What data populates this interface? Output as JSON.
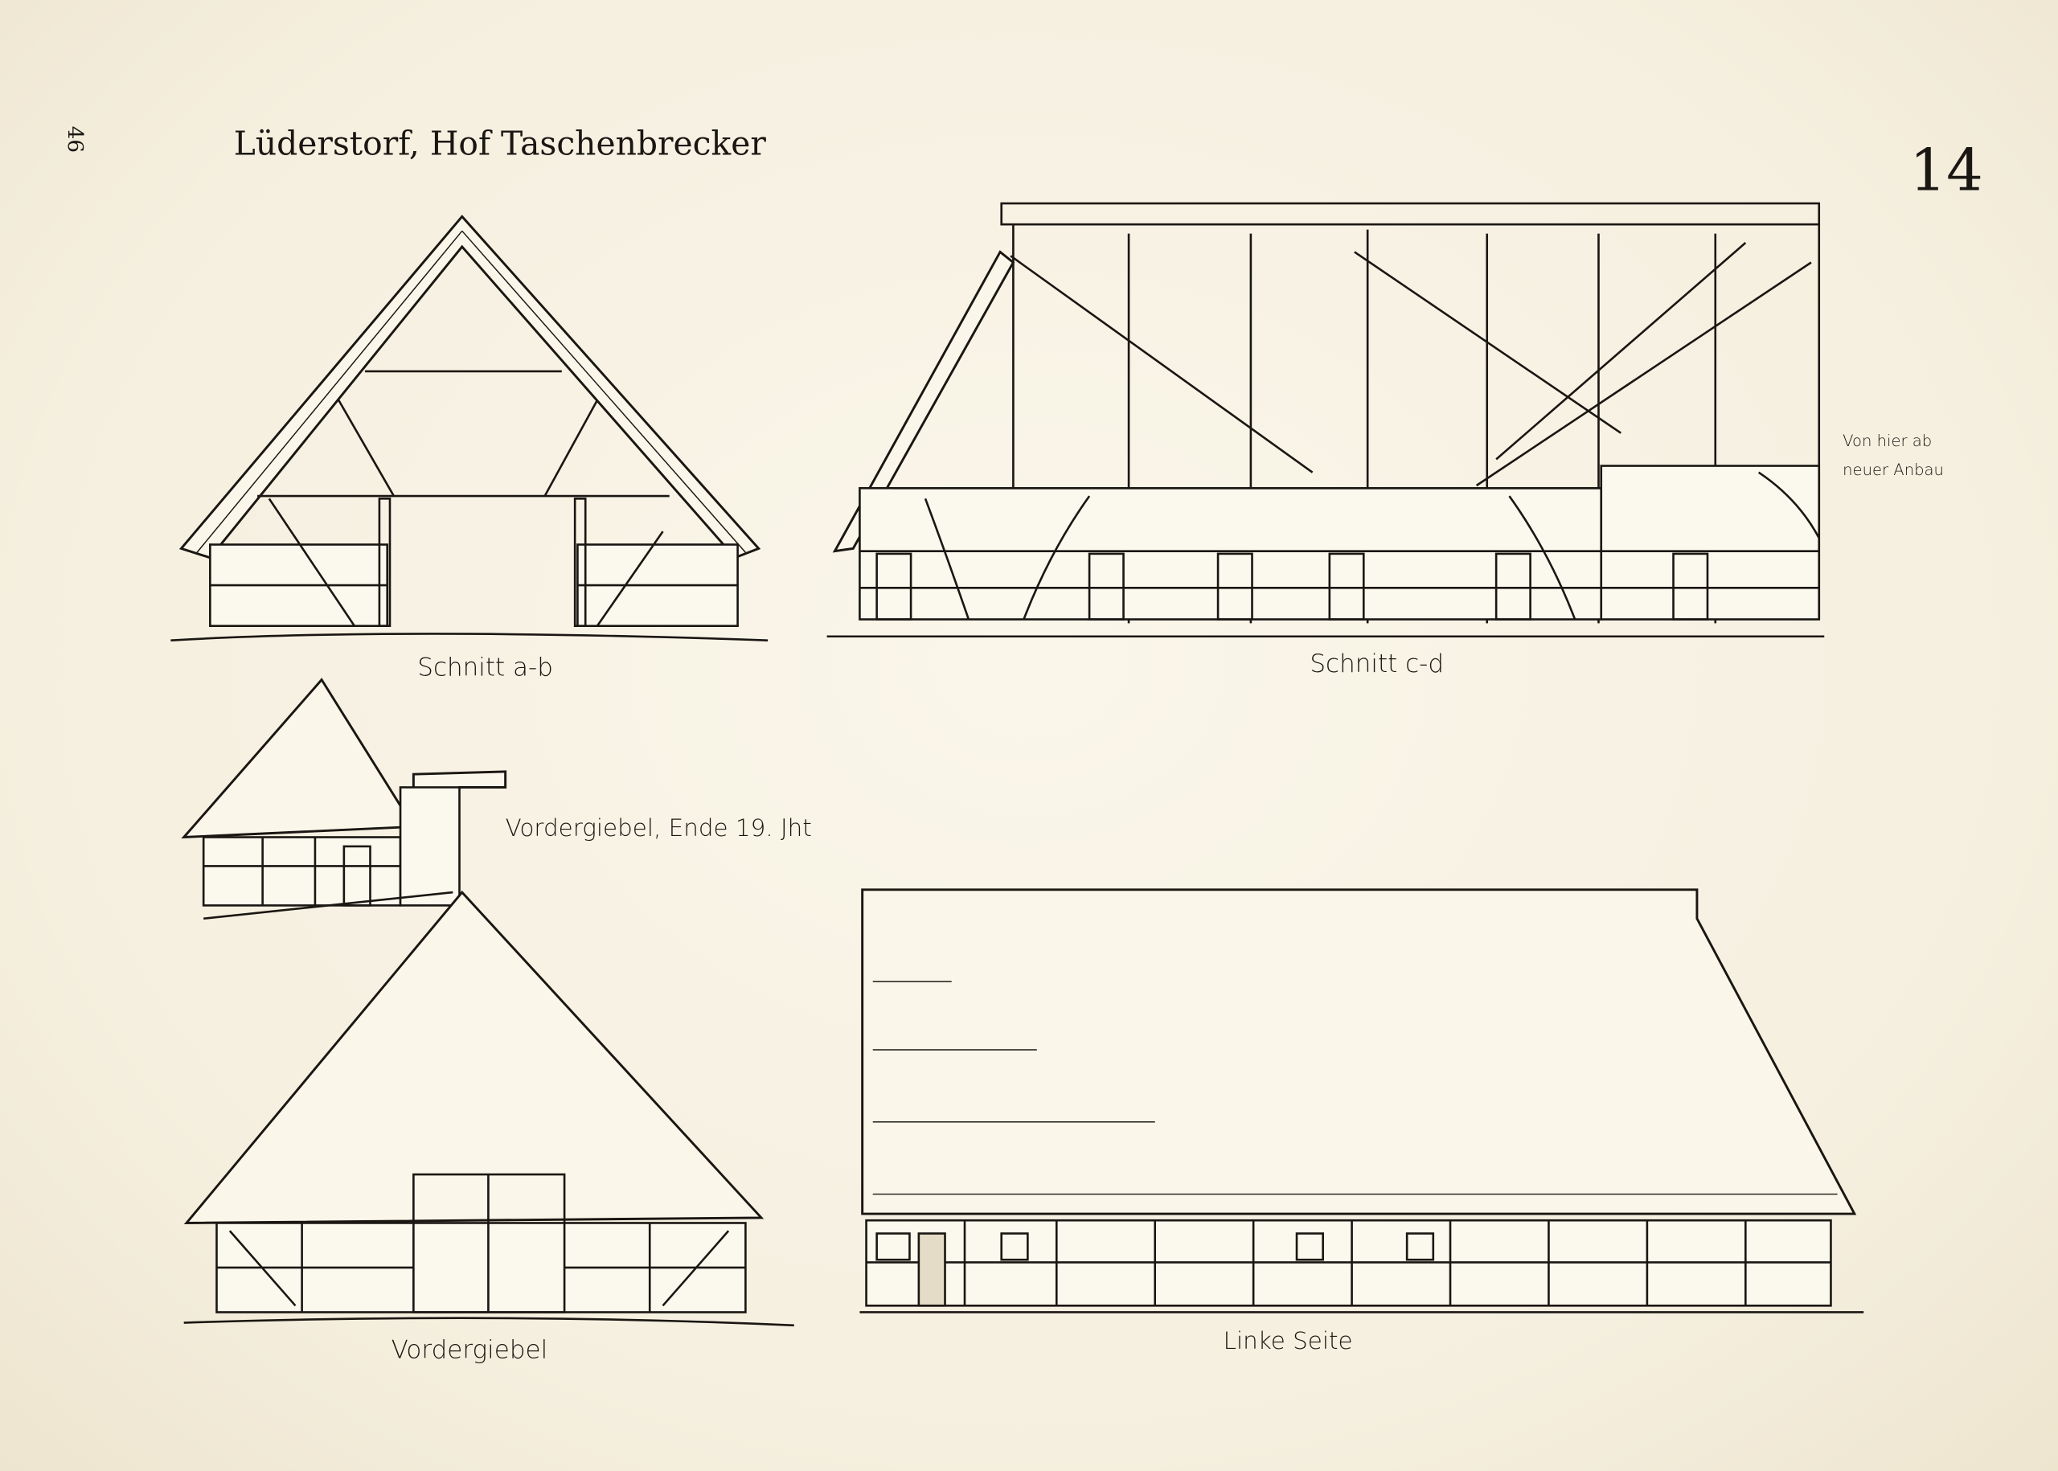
{
  "page_number_rotated": "46",
  "title": "Lüderstorf, Hof Taschenbrecker",
  "plate_number": "14",
  "drawings": {
    "section_ab": {
      "label": "Schnitt a-b"
    },
    "section_cd": {
      "label": "Schnitt c-d",
      "note_line1": "Von hier ab",
      "note_line2": "neuer Anbau"
    },
    "front_gable_old": {
      "label": "Vordergiebel, Ende 19. Jht"
    },
    "front_gable": {
      "label": "Vordergiebel"
    },
    "left_side": {
      "label": "Linke Seite"
    }
  }
}
